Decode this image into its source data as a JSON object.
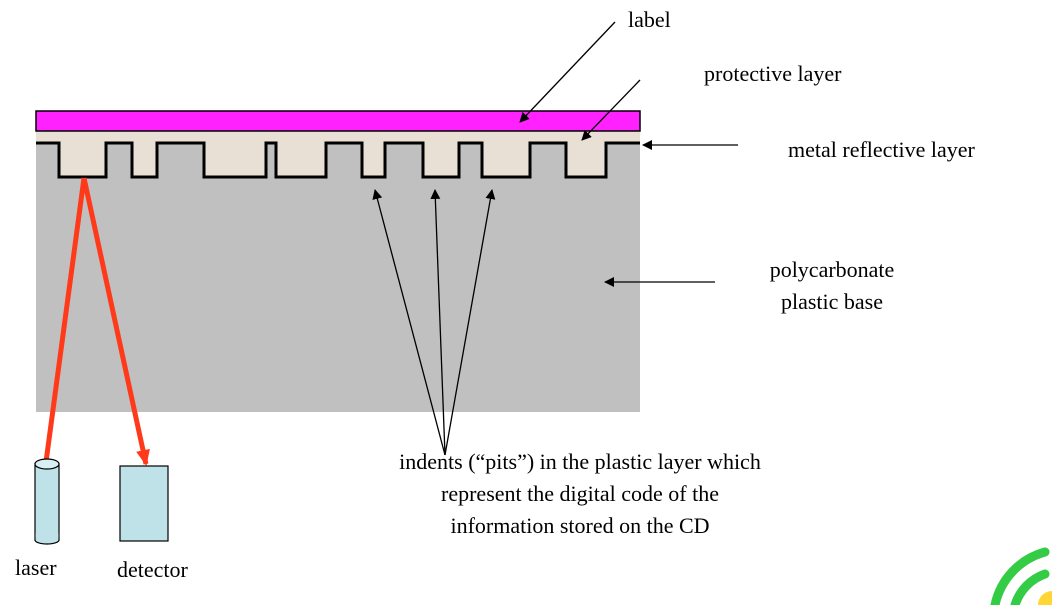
{
  "labels": {
    "label": "label",
    "protective_layer": "protective layer",
    "metal_reflective_layer": "metal reflective layer",
    "polycarbonate_line1": "polycarbonate",
    "polycarbonate_line2": "plastic base",
    "indents_line1": "indents (“pits”) in the plastic layer which",
    "indents_line2": "represent the digital code of the",
    "indents_line3": "information stored on the CD",
    "laser": "laser",
    "detector": "detector"
  },
  "colors": {
    "label_layer": "#ff22ff",
    "protective_layer": "#e8e0d4",
    "plastic_base": "#c0c0c0",
    "laser_beam": "#ff3a1a",
    "device_fill": "#bfe2e8",
    "logo_green": "#33cc44",
    "logo_yellow": "#ffd633"
  }
}
